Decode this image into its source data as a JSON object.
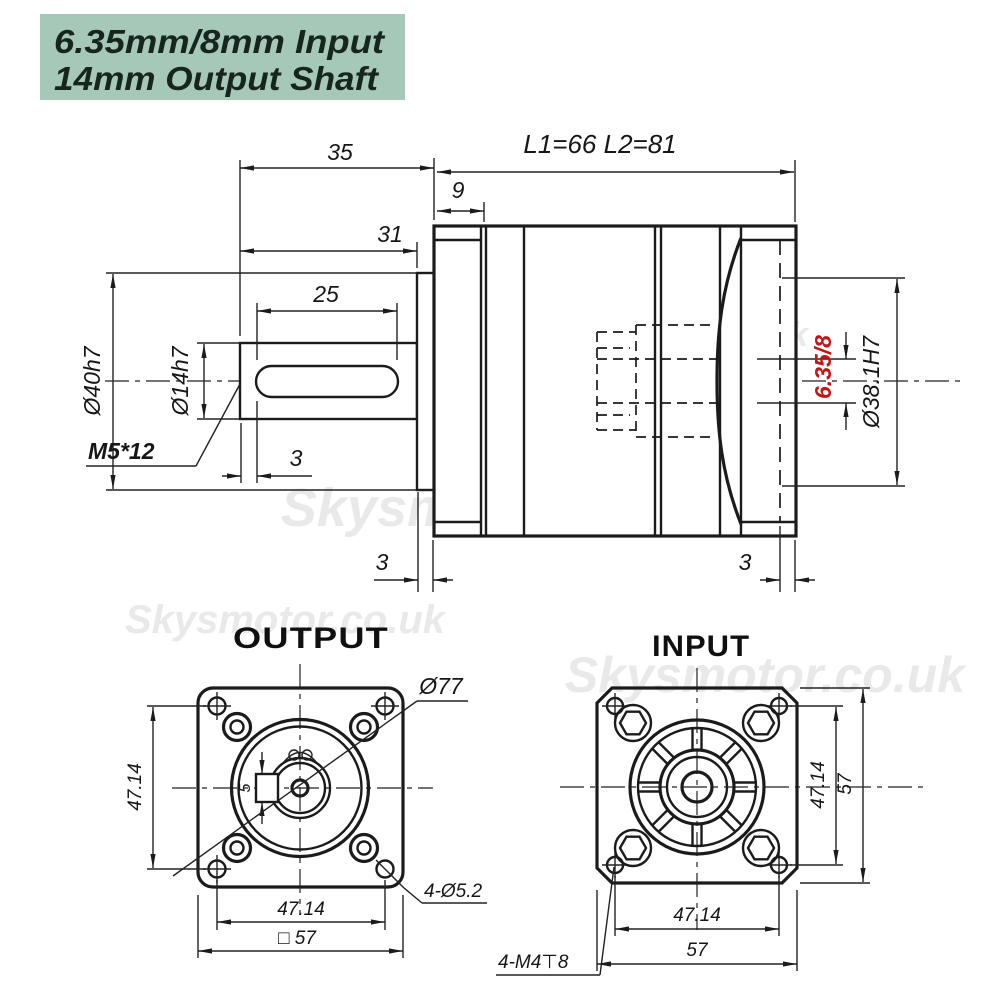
{
  "banner": {
    "line1": "6.35mm/8mm Input",
    "line2": "14mm Output Shaft"
  },
  "watermark": {
    "text": "Skysmotor.co.uk"
  },
  "side_view": {
    "dim_35": "35",
    "dim_31": "31",
    "dim_25": "25",
    "dim_9": "9",
    "dim_length": "L1=66 L2=81",
    "dia_40": "Ø40h7",
    "dia_14": "Ø14h7",
    "thread": "M5*12",
    "dim_3_shaft": "3",
    "dim_3_front": "3",
    "dim_3_rear": "3",
    "input_bore": "6.35/8",
    "dia_381": "Ø38.1H7"
  },
  "output_view": {
    "title": "OUTPUT",
    "dim_left": "47.14",
    "dim_bottom": "47.14",
    "dim_square": "□ 57",
    "dia_77": "Ø77",
    "holes": "4-Ø5.2",
    "key_width": "5"
  },
  "input_view": {
    "title": "INPUT",
    "dim_right_inner": "47.14",
    "dim_right_outer": "57",
    "dim_bottom_inner": "47.14",
    "dim_bottom_outer": "57",
    "screws": "4-M4⊤8"
  },
  "colors": {
    "line": "#1b1b1b",
    "accent_red": "#c41414",
    "banner_bg": "#a6c8b8",
    "banner_text": "#16251d",
    "watermark": "#e9e9e9"
  }
}
